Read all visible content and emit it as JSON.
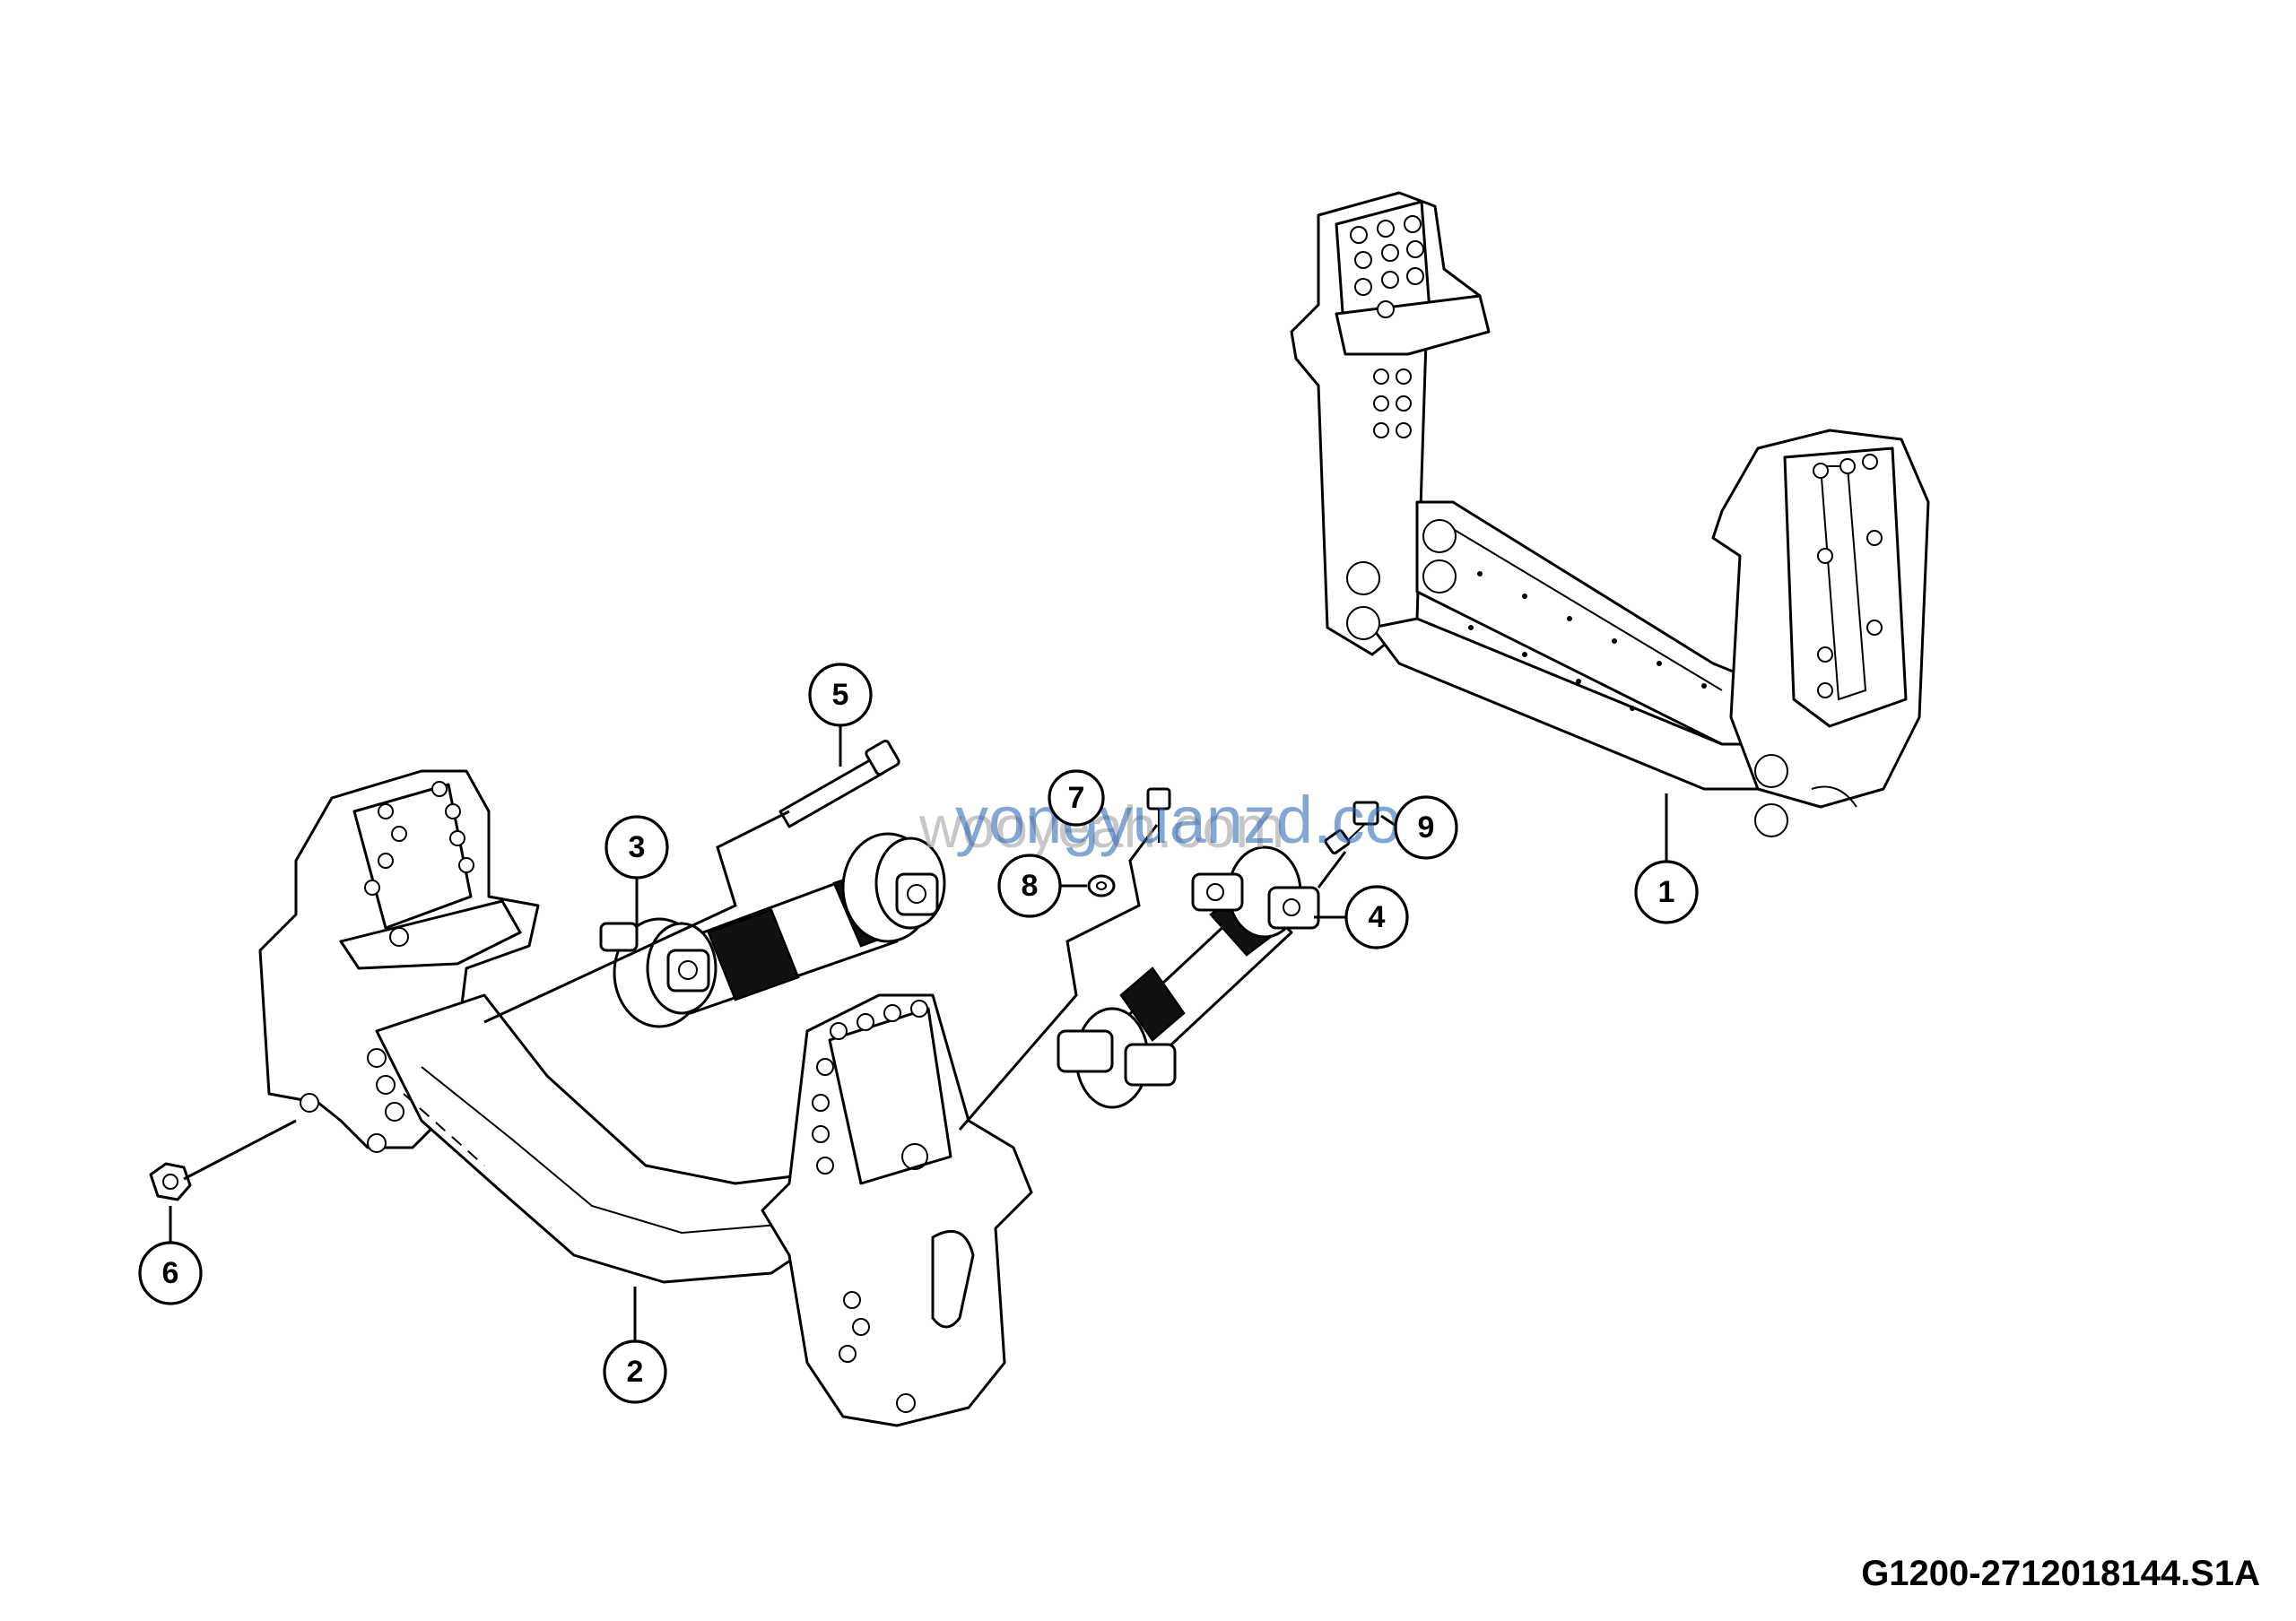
{
  "diagram": {
    "drawing_code": "G1200-2712018144.S1A",
    "watermark_primary": "yongyuanzd.com",
    "watermark_secondary": "wooyeah.com",
    "callouts": [
      {
        "number": "1"
      },
      {
        "number": "2"
      },
      {
        "number": "3"
      },
      {
        "number": "4"
      },
      {
        "number": "5"
      },
      {
        "number": "6"
      },
      {
        "number": "7"
      },
      {
        "number": "8"
      },
      {
        "number": "9"
      }
    ],
    "colors": {
      "line": "#000000",
      "background": "#ffffff",
      "watermark": "#1e5fb4"
    }
  }
}
